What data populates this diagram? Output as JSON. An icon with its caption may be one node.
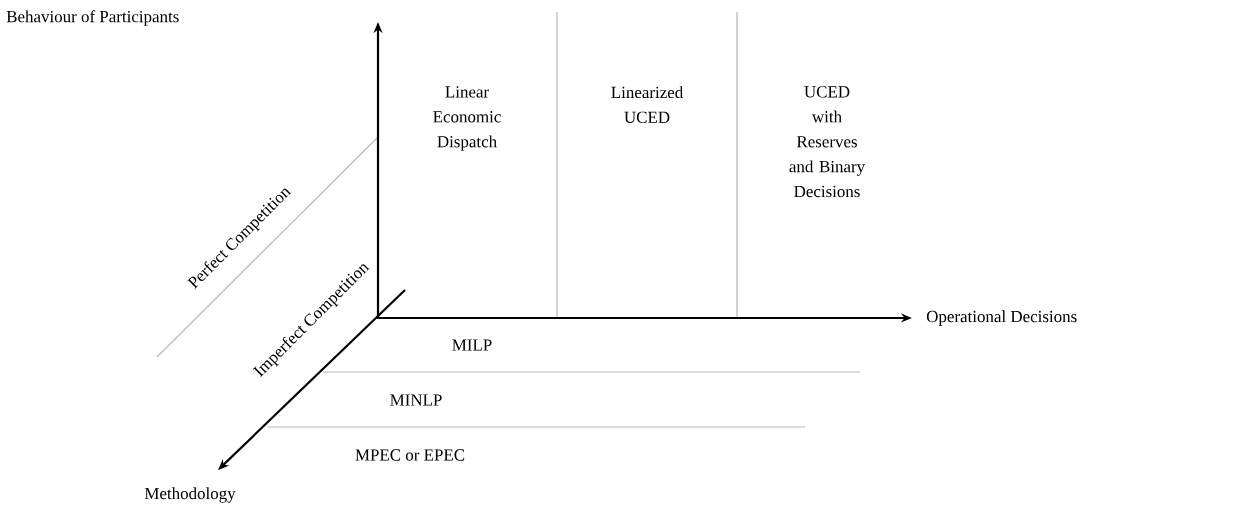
{
  "diagram": {
    "labels": [
      "Behaviour of Participants",
      "Linear Economic Dispatch",
      "Linearized UCED",
      "UCED with Reserves and Binary Decisions",
      "Perfect Competition",
      "Imperfect Competition",
      "Operational Decisions",
      "MILP",
      "MINLP",
      "MPEC or EPEC",
      "Methodology"
    ]
  }
}
